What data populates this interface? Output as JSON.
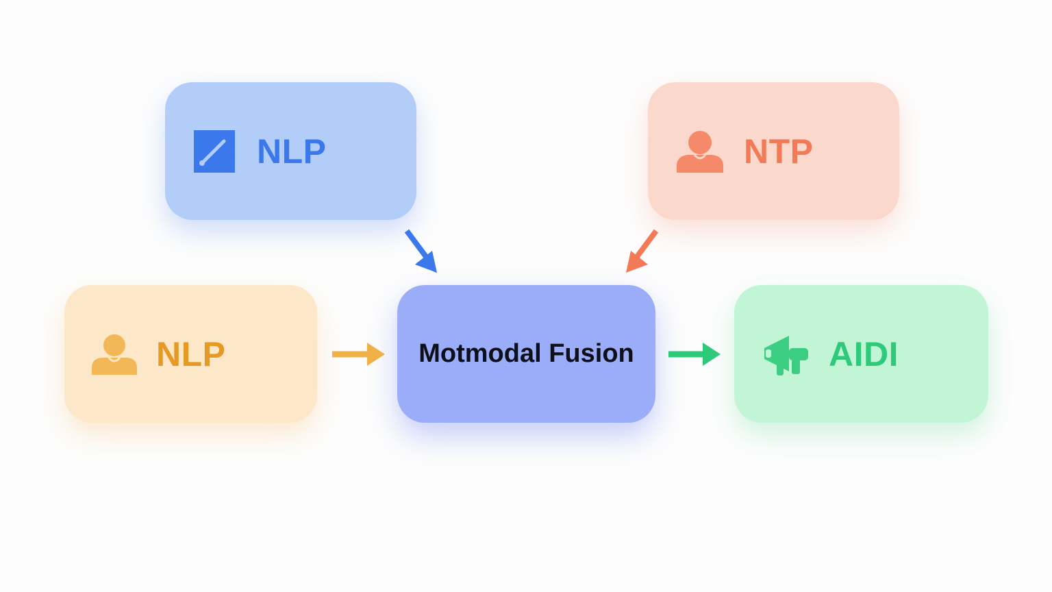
{
  "nodes": {
    "nlp_top": {
      "label": "NLP",
      "icon": "pencil-square-icon",
      "color": "#3b78ec"
    },
    "ntp": {
      "label": "NTP",
      "icon": "person-icon",
      "color": "#f27a56"
    },
    "nlp_left": {
      "label": "NLP",
      "icon": "person-icon",
      "color": "#e59a25"
    },
    "fusion": {
      "label": "Motmodal Fusion"
    },
    "aidi": {
      "label": "AIDI",
      "icon": "megaphone-icon",
      "color": "#2fc97a"
    }
  },
  "edges": [
    {
      "from": "nlp_top",
      "to": "fusion",
      "color": "#3b78ec"
    },
    {
      "from": "ntp",
      "to": "fusion",
      "color": "#f27a56"
    },
    {
      "from": "nlp_left",
      "to": "fusion",
      "color": "#f0b048"
    },
    {
      "from": "fusion",
      "to": "aidi",
      "color": "#2fc97a"
    }
  ]
}
